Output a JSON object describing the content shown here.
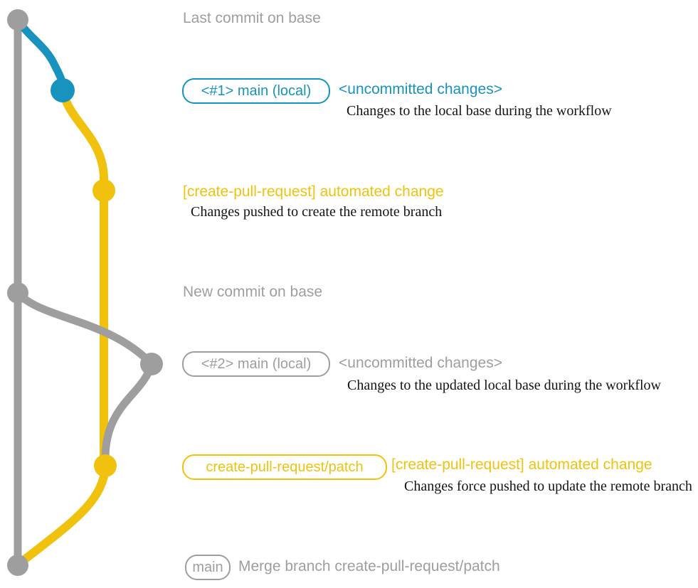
{
  "colors": {
    "gray": "#9e9e9e",
    "blue": "#1793bd",
    "yellow": "#f0c20e",
    "ink": "#141414"
  },
  "graph": {
    "dots": [
      "last-commit-on-base",
      "local-main-commit-1",
      "remote-branch-commit-1",
      "new-commit-on-base",
      "local-main-commit-2",
      "remote-branch-commit-2",
      "merge-commit"
    ]
  },
  "rows": {
    "last_commit": {
      "heading": "Last commit on base"
    },
    "commit1": {
      "badge": "<#1> main (local)",
      "heading": "<uncommitted changes>",
      "description": "Changes to the local base during the workflow"
    },
    "push1": {
      "heading": "[create-pull-request] automated change",
      "description": "Changes pushed to create the remote branch"
    },
    "new_commit": {
      "heading": "New commit on base"
    },
    "commit2": {
      "badge": "<#2> main (local)",
      "heading": "<uncommitted changes>",
      "description": "Changes to the updated local base during the workflow"
    },
    "push2": {
      "badge": "create-pull-request/patch",
      "heading": "[create-pull-request] automated change",
      "description": "Changes force pushed to update the remote branch"
    },
    "merge": {
      "badge": "main",
      "heading": "Merge branch create-pull-request/patch"
    }
  }
}
